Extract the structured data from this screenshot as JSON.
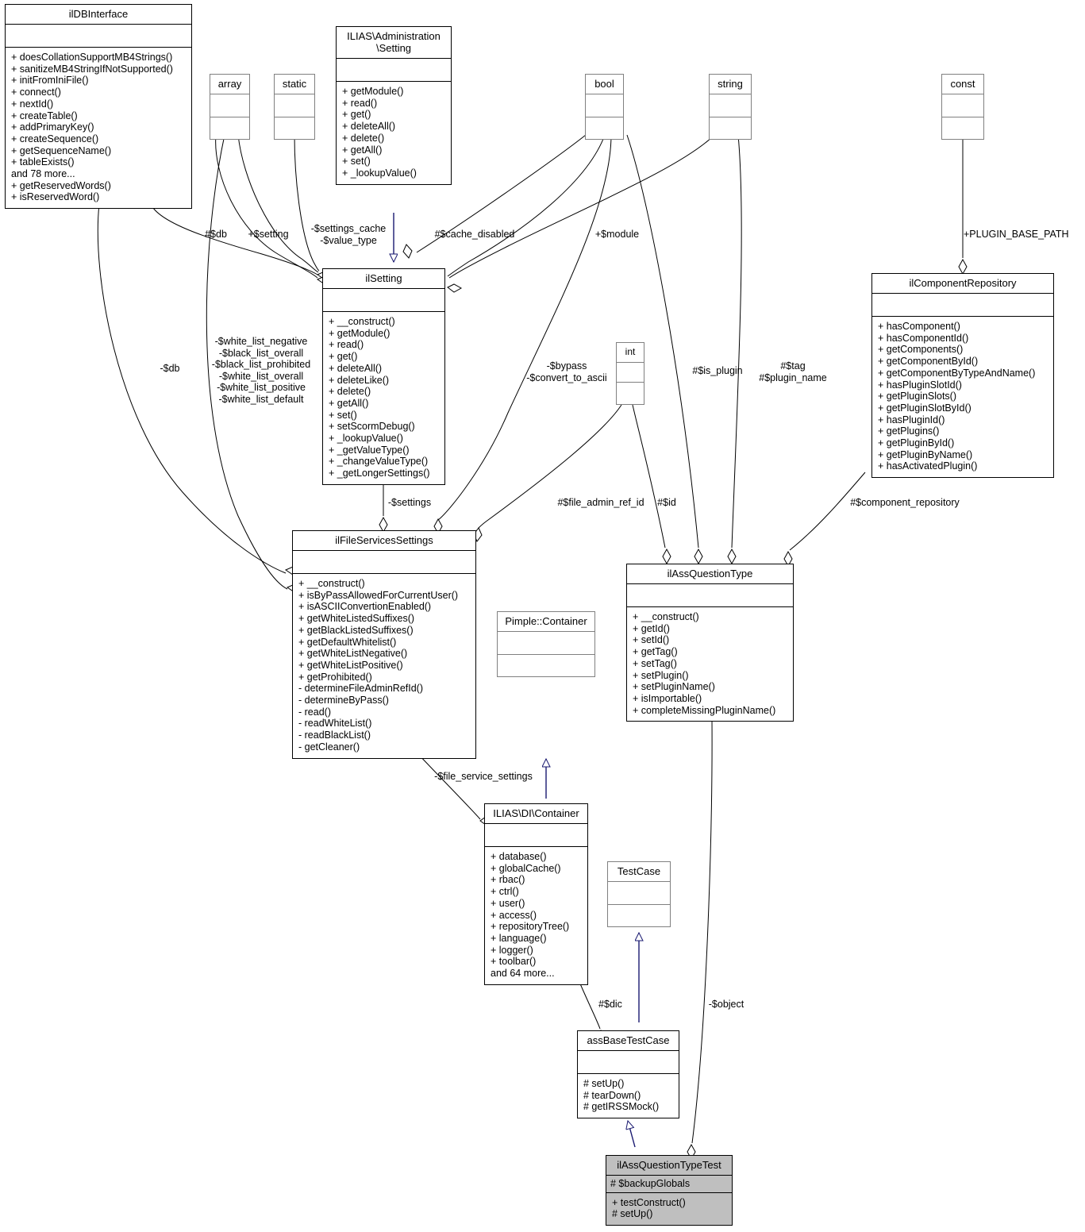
{
  "diagram": {
    "title": "ilAssQuestionTypeTest class collaboration diagram",
    "line_color": "#000000",
    "inherit_color": "#191970",
    "highlight_fill": "#bfbfbf",
    "small_border": "#808080"
  },
  "nodes": {
    "ilDBInterface": {
      "name": "ilDBInterface",
      "attributes": [],
      "operations": [
        "+ doesCollationSupportMB4Strings()",
        "+ sanitizeMB4StringIfNotSupported()",
        "+ initFromIniFile()",
        "+ connect()",
        "+ nextId()",
        "+ createTable()",
        "+ addPrimaryKey()",
        "+ createSequence()",
        "+ getSequenceName()",
        "+ tableExists()",
        "and 78 more...",
        "+ getReservedWords()",
        "+ isReservedWord()"
      ]
    },
    "array": {
      "name": "array",
      "attributes": [],
      "operations": []
    },
    "static": {
      "name": "static",
      "attributes": [],
      "operations": []
    },
    "bool": {
      "name": "bool",
      "attributes": [],
      "operations": []
    },
    "string": {
      "name": "string",
      "attributes": [],
      "operations": []
    },
    "const": {
      "name": "const",
      "attributes": [],
      "operations": []
    },
    "int": {
      "name": "int",
      "attributes": [],
      "operations": []
    },
    "ILIASAdministrationSetting": {
      "name": "ILIAS\\Administration\n\\Setting",
      "attributes": [],
      "operations": [
        "+ getModule()",
        "+ read()",
        "+ get()",
        "+ deleteAll()",
        "+ delete()",
        "+ getAll()",
        "+ set()",
        "+ _lookupValue()"
      ]
    },
    "ilSetting": {
      "name": "ilSetting",
      "attributes": [],
      "operations": [
        "+ __construct()",
        "+ getModule()",
        "+ read()",
        "+ get()",
        "+ deleteAll()",
        "+ deleteLike()",
        "+ delete()",
        "+ getAll()",
        "+ set()",
        "+ setScormDebug()",
        "+ _lookupValue()",
        "+ _getValueType()",
        "+ _changeValueType()",
        "+ _getLongerSettings()"
      ]
    },
    "ilFileServicesSettings": {
      "name": "ilFileServicesSettings",
      "attributes": [],
      "operations": [
        "+ __construct()",
        "+ isByPassAllowedForCurrentUser()",
        "+ isASCIIConvertionEnabled()",
        "+ getWhiteListedSuffixes()",
        "+ getBlackListedSuffixes()",
        "+ getDefaultWhitelist()",
        "+ getWhiteListNegative()",
        "+ getWhiteListPositive()",
        "+ getProhibited()",
        "- determineFileAdminRefId()",
        "- determineByPass()",
        "- read()",
        "- readWhiteList()",
        "- readBlackList()",
        "- getCleaner()"
      ]
    },
    "ilComponentRepository": {
      "name": "ilComponentRepository",
      "attributes": [],
      "operations": [
        "+ hasComponent()",
        "+ hasComponentId()",
        "+ getComponents()",
        "+ getComponentById()",
        "+ getComponentByTypeAndName()",
        "+ hasPluginSlotId()",
        "+ getPluginSlots()",
        "+ getPluginSlotById()",
        "+ hasPluginId()",
        "+ getPlugins()",
        "+ getPluginById()",
        "+ getPluginByName()",
        "+ hasActivatedPlugin()"
      ]
    },
    "ilAssQuestionType": {
      "name": "ilAssQuestionType",
      "attributes": [],
      "operations": [
        "+ __construct()",
        "+ getId()",
        "+ setId()",
        "+ getTag()",
        "+ setTag()",
        "+ setPlugin()",
        "+ setPluginName()",
        "+ isImportable()",
        "+ completeMissingPluginName()"
      ]
    },
    "PimpleContainer": {
      "name": "Pimple::Container",
      "attributes": [],
      "operations": []
    },
    "ILIASDIContainer": {
      "name": "ILIAS\\DI\\Container",
      "attributes": [],
      "operations": [
        "+ database()",
        "+ globalCache()",
        "+ rbac()",
        "+ ctrl()",
        "+ user()",
        "+ access()",
        "+ repositoryTree()",
        "+ language()",
        "+ logger()",
        "+ toolbar()",
        "and 64 more..."
      ]
    },
    "TestCase": {
      "name": "TestCase",
      "attributes": [],
      "operations": []
    },
    "assBaseTestCase": {
      "name": "assBaseTestCase",
      "attributes": [],
      "operations": [
        "# setUp()",
        "# tearDown()",
        "# getIRSSMock()"
      ]
    },
    "ilAssQuestionTypeTest": {
      "name": "ilAssQuestionTypeTest",
      "attributes": [
        "# $backupGlobals"
      ],
      "operations": [
        "+ testConstruct()",
        "# setUp()"
      ]
    }
  },
  "edge_labels": {
    "db_sharp": "#$db",
    "setting_plus": "+$setting",
    "settings_cache": "-$settings_cache\n-$value_type",
    "cache_disabled": "#$cache_disabled",
    "module_plus": "+$module",
    "plugin_base_path": "+PLUGIN_BASE_PATH",
    "db_minus": "-$db",
    "white_black_lists": "-$white_list_negative\n-$black_list_overall\n-$black_list_prohibited\n-$white_list_overall\n-$white_list_positive\n-$white_list_default",
    "bypass_convert": "-$bypass\n-$convert_to_ascii",
    "is_plugin": "#$is_plugin",
    "tag_plugin_name": "#$tag\n#$plugin_name",
    "settings_minus": "-$settings",
    "file_admin_ref_id": "#$file_admin_ref_id",
    "id_sharp": "#$id",
    "component_repository": "#$component_repository",
    "file_service_settings": "-$file_service_settings",
    "dic_sharp": "#$dic",
    "object_minus": "-$object"
  }
}
